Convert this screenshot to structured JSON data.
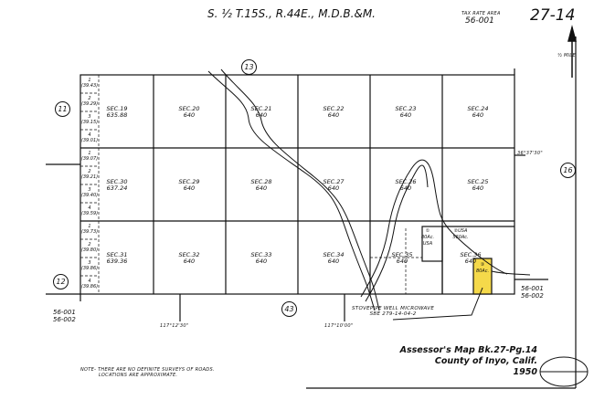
{
  "header": {
    "township": "S. ½ T.15S., R.44E., M.D.B.&M.",
    "tax_rate_area_label": "TAX RATE AREA",
    "tax_rate_area": "56-001",
    "page_number": "27-14",
    "scale": "½ MILE"
  },
  "sections": [
    {
      "label": "SEC.19",
      "acres": "635.88"
    },
    {
      "label": "SEC.20",
      "acres": "640"
    },
    {
      "label": "SEC.21",
      "acres": "640"
    },
    {
      "label": "SEC.22",
      "acres": "640"
    },
    {
      "label": "SEC.23",
      "acres": "640"
    },
    {
      "label": "SEC.24",
      "acres": "640"
    },
    {
      "label": "SEC.30",
      "acres": "637.24"
    },
    {
      "label": "SEC.29",
      "acres": "640"
    },
    {
      "label": "SEC.28",
      "acres": "640"
    },
    {
      "label": "SEC.27",
      "acres": "640"
    },
    {
      "label": "SEC.26",
      "acres": "640"
    },
    {
      "label": "SEC.25",
      "acres": "640"
    },
    {
      "label": "SEC.31",
      "acres": "639.36"
    },
    {
      "label": "SEC.32",
      "acres": "640"
    },
    {
      "label": "SEC.33",
      "acres": "640"
    },
    {
      "label": "SEC.34",
      "acres": "640"
    },
    {
      "label": "SEC.35",
      "acres": "640"
    },
    {
      "label": "SEC.36",
      "acres": "640"
    }
  ],
  "lots": [
    {
      "n": "1",
      "a": "(39.43)"
    },
    {
      "n": "2",
      "a": "(39.29)"
    },
    {
      "n": "3",
      "a": "(39.15)"
    },
    {
      "n": "4",
      "a": "(39.01)"
    },
    {
      "n": "1",
      "a": "(39.07)"
    },
    {
      "n": "2",
      "a": "(39.21)"
    },
    {
      "n": "3",
      "a": "(39.40)"
    },
    {
      "n": "4",
      "a": "(39.59)"
    },
    {
      "n": "1",
      "a": "(39.73)"
    },
    {
      "n": "2",
      "a": "(39.80)"
    },
    {
      "n": "3",
      "a": "(39.86)"
    },
    {
      "n": "4",
      "a": "(39.86)"
    }
  ],
  "parcels": [
    {
      "n": "1",
      "acres": "80Ac.",
      "owner": "USA"
    },
    {
      "n": "2",
      "acres": "560Ac.",
      "owner": "USA"
    },
    {
      "n": "3",
      "acres": "80Ac.",
      "owner": ""
    }
  ],
  "adjoining_pages": [
    "11",
    "12",
    "13",
    "16",
    "43"
  ],
  "tax_areas": {
    "left_top": "56-001",
    "left_bottom": "56-002",
    "right_top": "56-001",
    "right_bottom": "56-002"
  },
  "longitudes": [
    "117°12'30\"",
    "117°10'00\""
  ],
  "latitude": "36°37'30\"",
  "annotation": {
    "line1": "STOVEPIPE WELL MICROWAVE",
    "line2": "SBE 279-14-04-2"
  },
  "note": {
    "line1": "NOTE- THERE ARE NO DEFINITE SURVEYS OF ROADS.",
    "line2": "LOCATIONS ARE APPROXIMATE."
  },
  "title_block": {
    "line1": "Assessor's Map Bk.27-Pg.14",
    "line2": "County of Inyo, Calif.",
    "line3": "1950"
  },
  "colors": {
    "highlight": "#f5d94a",
    "ink": "#111111"
  }
}
